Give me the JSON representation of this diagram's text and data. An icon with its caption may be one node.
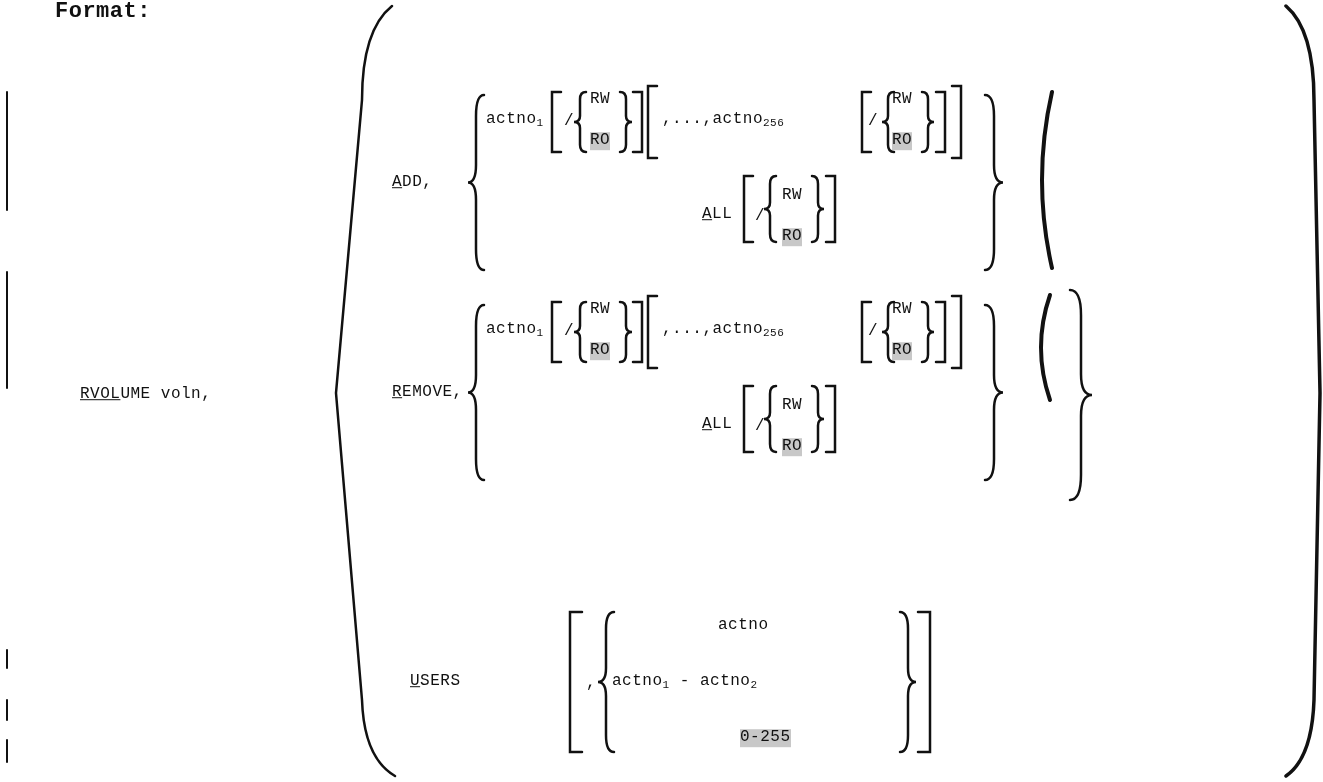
{
  "diagram": {
    "labels": [
      "Format:",
      "RVOLUME voln,",
      "ADD,",
      "actno$_{1}$",
      "/",
      "RW",
      "RO",
      ",...,actno$_{256}$",
      "/",
      "RW",
      "RO",
      "ALL",
      "/",
      "RW",
      "RO",
      "REMOVE,",
      "actno$_{1}$",
      "/",
      "RW",
      "RO",
      ",...,actno$_{256}$",
      "/",
      "RW",
      "RO",
      "ALL",
      "/",
      "RW",
      "RO",
      "USERS",
      ",",
      "actno",
      "actno$_{1}$ - actno$_{2}$",
      "0-255"
    ]
  }
}
